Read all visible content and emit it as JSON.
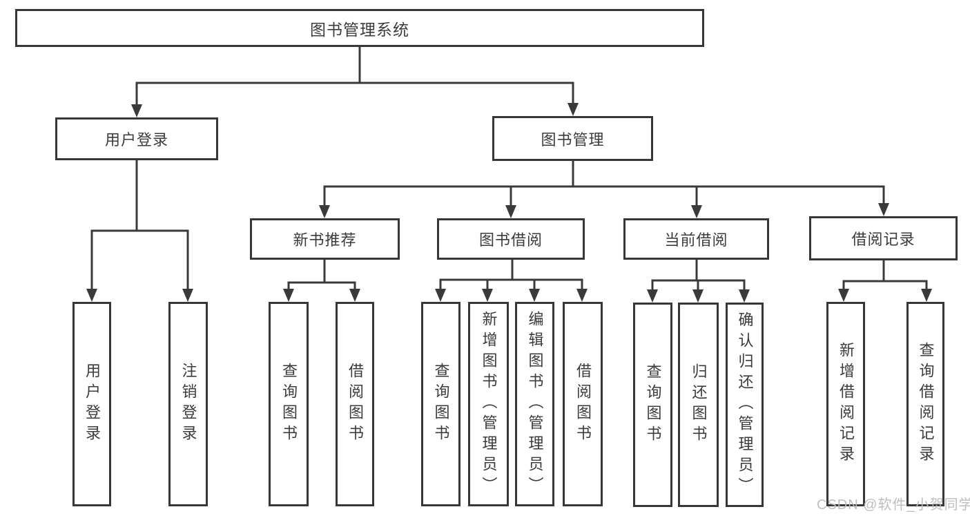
{
  "diagram": {
    "title": "图书管理系统",
    "root": "图书管理系统",
    "level2": {
      "user_login": "用户登录",
      "book_mgmt": "图书管理"
    },
    "level3": {
      "new_books": "新书推荐",
      "book_borrow": "图书借阅",
      "current_borrow": "当前借阅",
      "borrow_records": "借阅记录"
    },
    "leaves": {
      "f1": "用户登录",
      "f2": "注销登录",
      "f3": "查询图书",
      "f4": "借阅图书",
      "f5": "查询图书",
      "f6": "新增图书（管理员）",
      "f7": "编辑图书（管理员）",
      "f8": "借阅图书",
      "f9": "查询图书",
      "f10": "归还图书",
      "f11": "确认归还（管理员）",
      "f12": "新增借阅记录",
      "f13": "查询借阅记录"
    }
  },
  "watermark": "CSDN @软件_小贺同学",
  "colors": {
    "line": "#3a3a3a",
    "box_border": "#373737",
    "text": "#3b3b3b",
    "watermark": "#bababa",
    "background": "#ffffff"
  }
}
